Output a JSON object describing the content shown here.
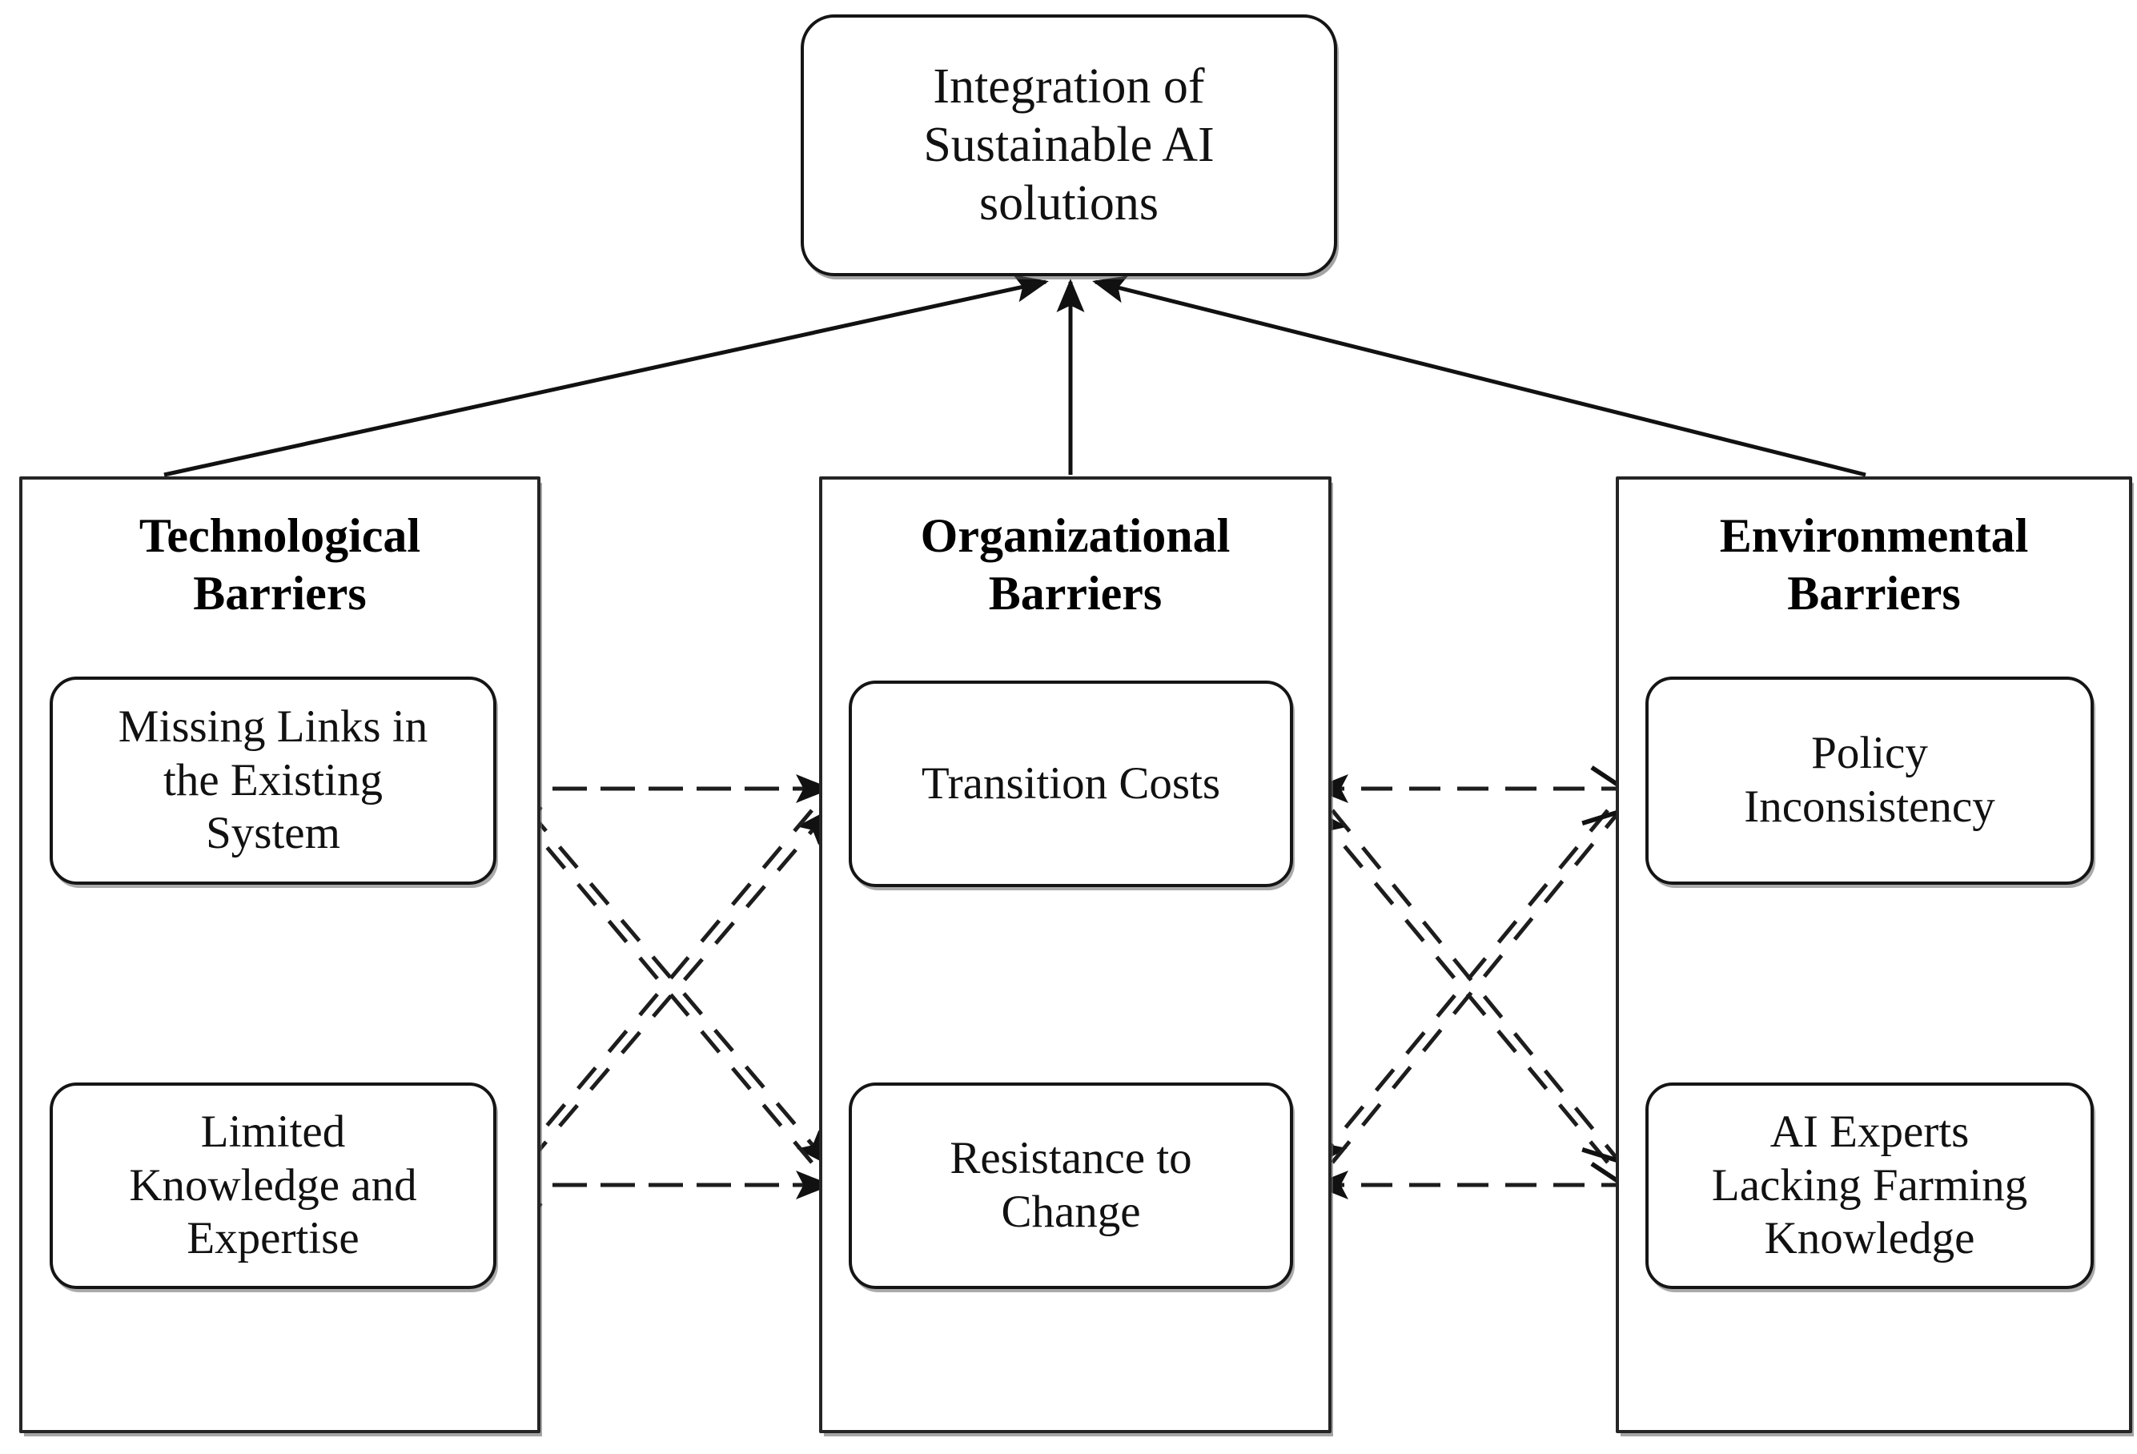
{
  "diagram": {
    "type": "hierarchy-barriers-diagram",
    "goal": {
      "label": "Integration of Sustainable AI solutions",
      "line1": "Integration of",
      "line2": "Sustainable AI",
      "line3": "solutions"
    },
    "columns": [
      {
        "id": "technological",
        "title_line1": "Technological",
        "title_line2": "Barriers",
        "title": "Technological Barriers",
        "items": [
          {
            "id": "missing-links",
            "label": "Missing Links in the Existing System",
            "line1": "Missing Links in",
            "line2": "the Existing",
            "line3": "System"
          },
          {
            "id": "limited-knowledge",
            "label": "Limited Knowledge and Expertise",
            "line1": "Limited",
            "line2": "Knowledge and",
            "line3": "Expertise"
          }
        ]
      },
      {
        "id": "organizational",
        "title_line1": "Organizational",
        "title_line2": "Barriers",
        "title": "Organizational Barriers",
        "items": [
          {
            "id": "transition-costs",
            "label": "Transition Costs",
            "line1": "Transition Costs",
            "line2": "",
            "line3": ""
          },
          {
            "id": "resistance-to-change",
            "label": "Resistance to Change",
            "line1": "Resistance to",
            "line2": "Change",
            "line3": ""
          }
        ]
      },
      {
        "id": "environmental",
        "title_line1": "Environmental",
        "title_line2": "Barriers",
        "title": "Environmental Barriers",
        "items": [
          {
            "id": "policy-inconsistency",
            "label": "Policy Inconsistency",
            "line1": "Policy",
            "line2": "Inconsistency",
            "line3": ""
          },
          {
            "id": "ai-experts-lacking-farming-knowledge",
            "label": "AI Experts Lacking Farming Knowledge",
            "line1": "AI Experts",
            "line2": "Lacking Farming",
            "line3": "Knowledge"
          }
        ]
      }
    ],
    "connectors": {
      "to_goal": [
        {
          "from": "technological",
          "to": "goal",
          "style": "solid",
          "arrow": "filled"
        },
        {
          "from": "organizational",
          "to": "goal",
          "style": "solid",
          "arrow": "filled"
        },
        {
          "from": "environmental",
          "to": "goal",
          "style": "solid",
          "arrow": "filled"
        }
      ],
      "cross_links": [
        {
          "from": "missing-links",
          "to": "transition-costs",
          "style": "dashed",
          "direction": "both"
        },
        {
          "from": "missing-links",
          "to": "resistance-to-change",
          "style": "dashed",
          "direction": "both"
        },
        {
          "from": "limited-knowledge",
          "to": "transition-costs",
          "style": "dashed",
          "direction": "both"
        },
        {
          "from": "limited-knowledge",
          "to": "resistance-to-change",
          "style": "dashed",
          "direction": "both"
        },
        {
          "from": "policy-inconsistency",
          "to": "transition-costs",
          "style": "dashed",
          "direction": "both"
        },
        {
          "from": "policy-inconsistency",
          "to": "resistance-to-change",
          "style": "dashed",
          "direction": "both"
        },
        {
          "from": "ai-experts-lacking-farming-knowledge",
          "to": "transition-costs",
          "style": "dashed",
          "direction": "both"
        },
        {
          "from": "ai-experts-lacking-farming-knowledge",
          "to": "resistance-to-change",
          "style": "dashed",
          "direction": "both"
        }
      ]
    },
    "colors": {
      "stroke": "#151515",
      "text": "#111111",
      "background": "#ffffff",
      "shadow": "#6e6e6e"
    }
  }
}
